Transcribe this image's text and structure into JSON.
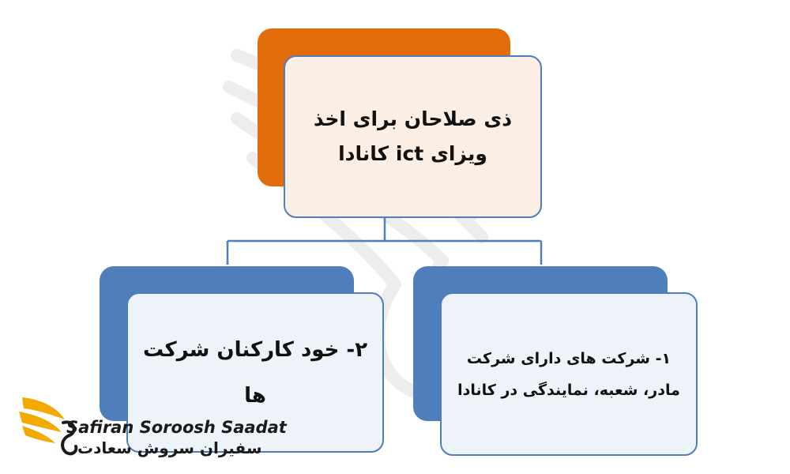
{
  "diagram": {
    "top_box": {
      "line1": "ذی صلاحان برای اخذ",
      "line2": "ویزای ict کانادا"
    },
    "left_box": {
      "line1": "۲- خود کارکنان شرکت",
      "line2": "ها"
    },
    "right_box": {
      "line1": "۱- شرکت های دارای شرکت",
      "line2": "مادر، شعبه، نمایندگی در کانادا"
    }
  },
  "logo": {
    "name_en": "Safiran Soroosh Saadat",
    "name_fa": "سفیران سروش سعادت"
  },
  "colors": {
    "orange_tab": "#e36c0a",
    "blue_tab": "#4f7ebd",
    "top_card_fill": "#fbeee5",
    "bottom_card_fill": "#eef3fa",
    "border": "#4f7ebd",
    "logo_gold": "#f2a900"
  }
}
